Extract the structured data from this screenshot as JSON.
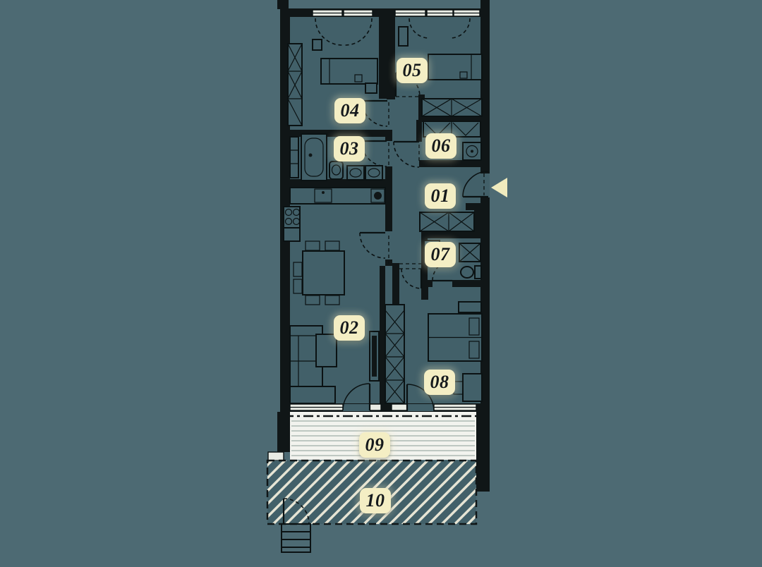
{
  "plan": {
    "kind": "apartment-floor-plan",
    "rooms": [
      {
        "number": "01"
      },
      {
        "number": "02"
      },
      {
        "number": "03"
      },
      {
        "number": "04"
      },
      {
        "number": "05"
      },
      {
        "number": "06"
      },
      {
        "number": "07"
      },
      {
        "number": "08"
      },
      {
        "number": "09"
      },
      {
        "number": "10"
      }
    ],
    "entrance": {
      "icon": "entrance-arrow-left"
    }
  },
  "colors": {
    "bg": "#4D6A73",
    "floor": "#426069",
    "wall": "#101617",
    "line": "#0B1213",
    "window_fill": "#E8EBE4",
    "balcony_bg": "#F2F3EE",
    "board_line": "#ADB9B4",
    "hatch": "#E6E4D4",
    "badge_bg": "#F4EEC4",
    "badge_text": "#15191C",
    "arrow": "#F0EBBE"
  }
}
